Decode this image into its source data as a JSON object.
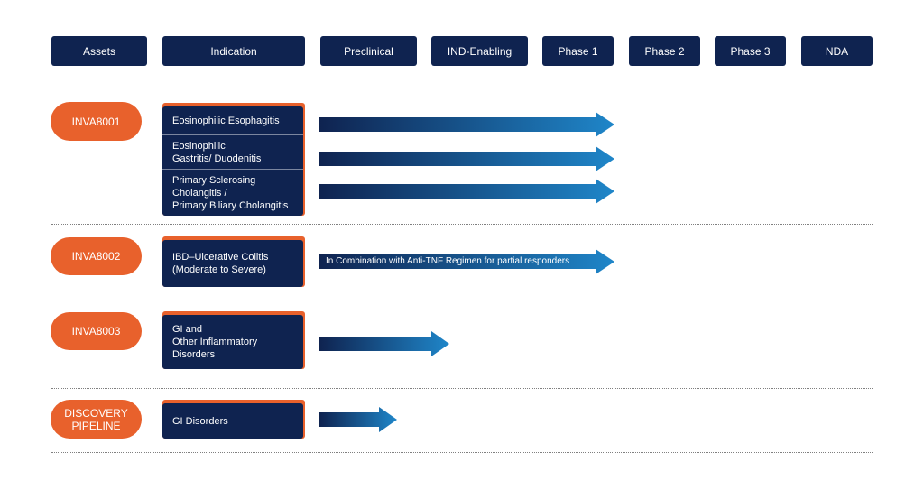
{
  "header": {
    "columns": [
      "Assets",
      "Indication",
      "Preclinical",
      "IND-Enabling",
      "Phase 1",
      "Phase 2",
      "Phase 3",
      "NDA"
    ]
  },
  "colors": {
    "navy": "#0f2350",
    "orange": "#e8612c",
    "arrow_start": "#0f2350",
    "arrow_end": "#1f86c9"
  },
  "rows": [
    {
      "asset": "INVA8001",
      "indications": [
        {
          "label": "Eosinophilic Esophagitis",
          "stage": "Phase 1"
        },
        {
          "label": "Eosinophilic\nGastritis/ Duodenitis",
          "stage": "Phase 1"
        },
        {
          "label": "Primary Sclerosing\nCholangitis /\nPrimary Biliary Cholangitis",
          "stage": "Phase 1"
        }
      ]
    },
    {
      "asset": "INVA8002",
      "indications": [
        {
          "label": "IBD–Ulcerative Colitis\n(Moderate to Severe)",
          "stage": "Phase 1",
          "note": "In Combination with Anti-TNF Regimen for partial responders"
        }
      ]
    },
    {
      "asset": "INVA8003",
      "indications": [
        {
          "label": "GI and\nOther Inflammatory\nDisorders",
          "stage": "IND-Enabling"
        }
      ]
    },
    {
      "asset": "DISCOVERY\nPIPELINE",
      "indications": [
        {
          "label": "GI Disorders",
          "stage": "Preclinical"
        }
      ]
    }
  ]
}
